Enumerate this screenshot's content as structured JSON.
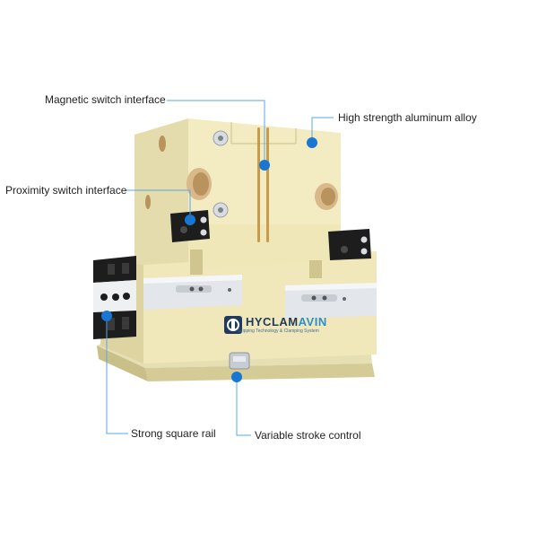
{
  "callouts": {
    "magnetic_switch": "Magnetic switch interface",
    "alloy": "High strength aluminum alloy",
    "proximity_switch": "Proximity switch interface",
    "rail": "Strong square rail",
    "stroke": "Variable stroke control"
  },
  "brand": {
    "name_part1": "HYCLAM",
    "name_part2": "AVIN",
    "tagline": "Gripping Technology & Clamping System"
  },
  "colors": {
    "body": "#f3ecc2",
    "body_shade": "#e4dcac",
    "body_dark": "#d6cd98",
    "dot": "#1976d2",
    "line": "#5aa9e6",
    "brand_dark": "#1f3a5c",
    "brand_accent": "#2a8fd6",
    "black_block": "#1d1d1d",
    "silver": "#d9dde2"
  }
}
